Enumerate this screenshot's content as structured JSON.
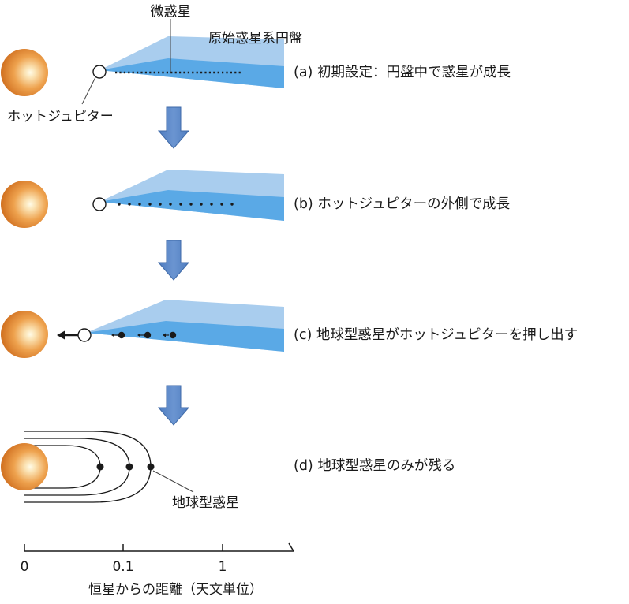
{
  "labels": {
    "planetesimal": "微惑星",
    "protoplanetary_disk": "原始惑星系円盤",
    "hot_jupiter": "ホットジュピター",
    "terrestrial_planet": "地球型惑星"
  },
  "stages": [
    {
      "id": "a",
      "caption": "(a) 初期設定：円盤中で惑星が成長"
    },
    {
      "id": "b",
      "caption": "(b) ホットジュピターの外側で成長"
    },
    {
      "id": "c",
      "caption": "(c) 地球型惑星がホットジュピターを押し出す"
    },
    {
      "id": "d",
      "caption": "(d) 地球型惑星のみが残る"
    }
  ],
  "axis": {
    "ticks": [
      "0",
      "0.1",
      "1"
    ],
    "label": "恒星からの距離（天文単位）"
  },
  "colors": {
    "disk_light": "#a9cdee",
    "disk_dark": "#5aa9e6",
    "star_outer": "#d9782a",
    "star_inner": "#fff6d8",
    "arrow": "#5b86c4",
    "ink": "#1a1a1a"
  }
}
